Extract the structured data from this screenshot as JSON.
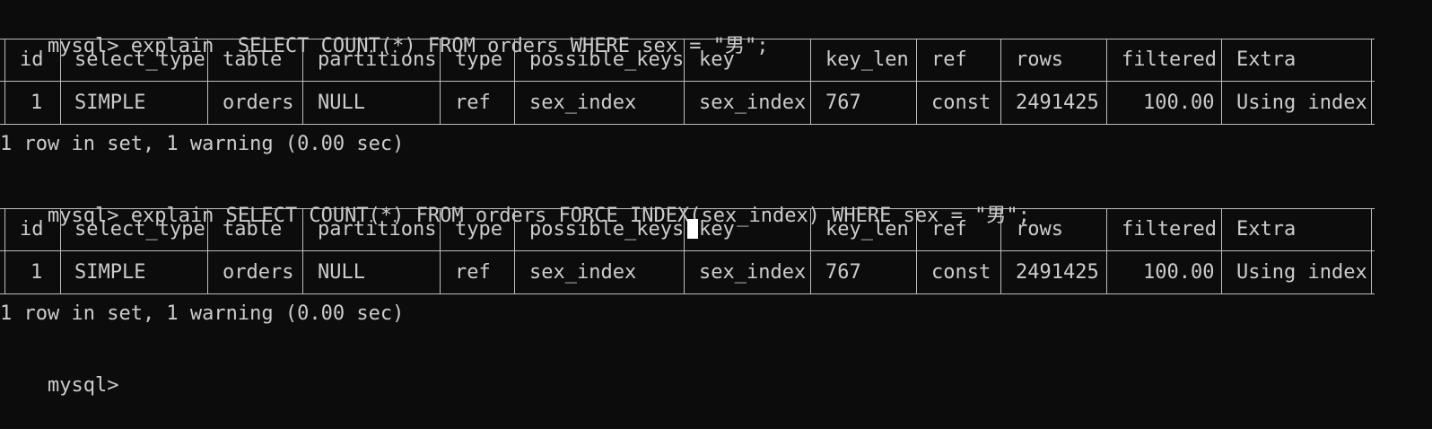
{
  "terminal": {
    "prompt": "mysql>",
    "query1": " explain  SELECT COUNT(*) FROM orders WHERE sex = \"男\";",
    "query2": " explain SELECT COUNT(*) FROM orders FORCE INDEX(sex_index) WHERE sex = \"男\";",
    "result_summary": "1 row in set, 1 warning (0.00 sec)",
    "final_prompt": "mysql>"
  },
  "table": {
    "headers": [
      "id",
      "select_type",
      "table",
      "partitions",
      "type",
      "possible_keys",
      "key",
      "key_len",
      "ref",
      "rows",
      "filtered",
      "Extra"
    ],
    "row": [
      "1",
      "SIMPLE",
      "orders",
      "NULL",
      "ref",
      "sex_index",
      "sex_index",
      "767",
      "const",
      "2491425",
      "100.00",
      "Using index"
    ]
  },
  "colors": {
    "background": "#0c0c0c",
    "text": "#cccccc",
    "cursor": "#ffffff"
  }
}
